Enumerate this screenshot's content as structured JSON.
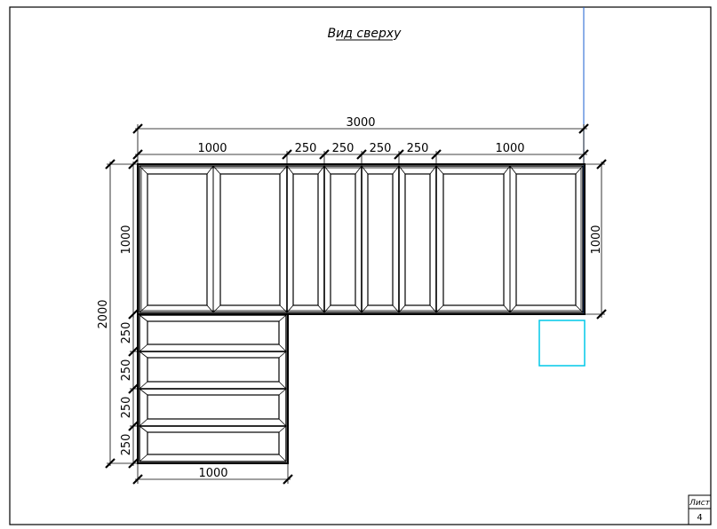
{
  "title": "Вид сверху",
  "stamp": {
    "label": "Лист",
    "value": "4"
  },
  "colors": {
    "line": "#000000",
    "guide": "#1a5fd0",
    "selection": "#00c8e8"
  },
  "dimensions": {
    "overall_width": "3000",
    "top_segments": [
      "1000",
      "250",
      "250",
      "250",
      "250",
      "1000"
    ],
    "left_upper_height": "1000",
    "left_total_height": "2000",
    "right_height": "1000",
    "left_column_segments": [
      "250",
      "250",
      "250",
      "250"
    ],
    "bottom_width": "1000"
  }
}
